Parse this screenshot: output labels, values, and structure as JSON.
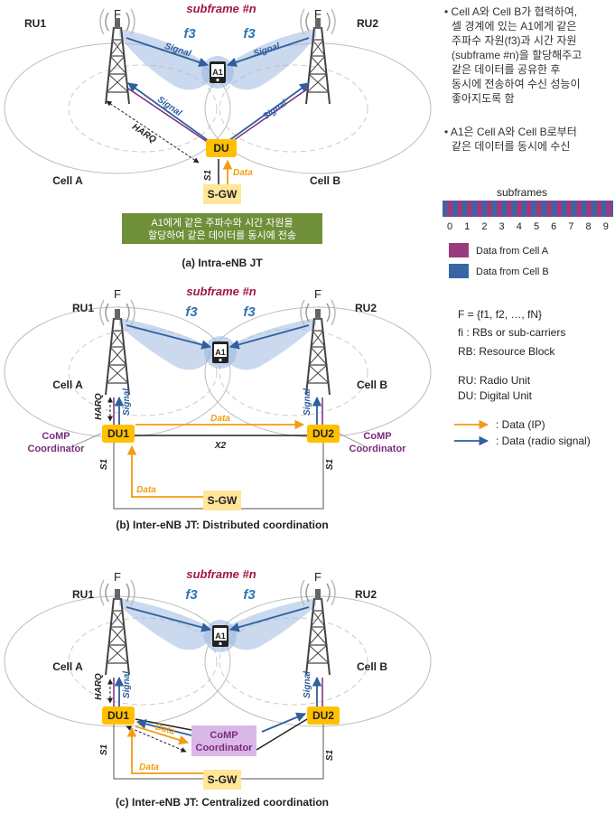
{
  "colors": {
    "signal": "#2f5f9e",
    "data": "#f39c12",
    "harq": "#7b2b7b",
    "coordinator": "#7b2b7b",
    "unit_box": "#ffc000",
    "sgw_box": "#ffe699",
    "banner": "#6f8f3a",
    "coord_box": "#d9b8e8",
    "beam": "#9fb9e0",
    "cell_a": "#a12a6b",
    "cell_b": "#2f65a7",
    "subframe_text": "#a1183f",
    "f3_text": "#2e74b5"
  },
  "common": {
    "ru1": "RU1",
    "ru2": "RU2",
    "tower_f": "F",
    "subframe": "subframe #n",
    "f3": "f3",
    "a1": "A1",
    "cell_a": "Cell A",
    "cell_b": "Cell B",
    "signal": "Signal",
    "data": "Data",
    "harq": "HARQ",
    "s1": "S1",
    "sgw": "S-GW"
  },
  "panel_a": {
    "du": "DU",
    "banner_line1": "A1에게 같은 주파수와 시간 자원을",
    "banner_line2": "할당하여 같은 데이터를 동시에 전송",
    "caption": "(a) Intra-eNB JT"
  },
  "panel_b": {
    "du1": "DU1",
    "du2": "DU2",
    "x2": "X2",
    "comp_coordinator_line1": "CoMP",
    "comp_coordinator_line2": "Coordinator",
    "caption": "(b) Inter-eNB JT: Distributed coordination"
  },
  "panel_c": {
    "du1": "DU1",
    "du2": "DU2",
    "coord_line1": "CoMP",
    "coord_line2": "Coordinator",
    "caption": "(c) Inter-eNB JT: Centralized coordination"
  },
  "notes": {
    "bullet1": [
      "• Cell A와 Cell B가 협력하여,",
      "셀 경계에 있는 A1에게 같은",
      "주파수 자원(f3)과 시간 자원",
      "(subframe #n)을  할당해주고",
      "같은 데이터를 공유한 후",
      "동시에 전송하여 수신 성능이",
      "좋아지도록  함"
    ],
    "bullet2": [
      "• A1은 Cell A와 Cell B로부터",
      "같은 데이터를 동시에 수신"
    ]
  },
  "subframes": {
    "title": "subframes",
    "indices": [
      "0",
      "1",
      "2",
      "3",
      "4",
      "5",
      "6",
      "7",
      "8",
      "9"
    ]
  },
  "legend": {
    "cell_a": "Data from Cell A",
    "cell_b": "Data from Cell B",
    "data_ip": ": Data (IP)",
    "data_radio": ": Data (radio signal)"
  },
  "definitions": {
    "f_set": "F = {f1, f2, …, fN}",
    "fi": "fi : RBs or sub-carriers",
    "rb": "RB: Resource Block",
    "ru": "RU: Radio Unit",
    "du": "DU: Digital Unit"
  }
}
